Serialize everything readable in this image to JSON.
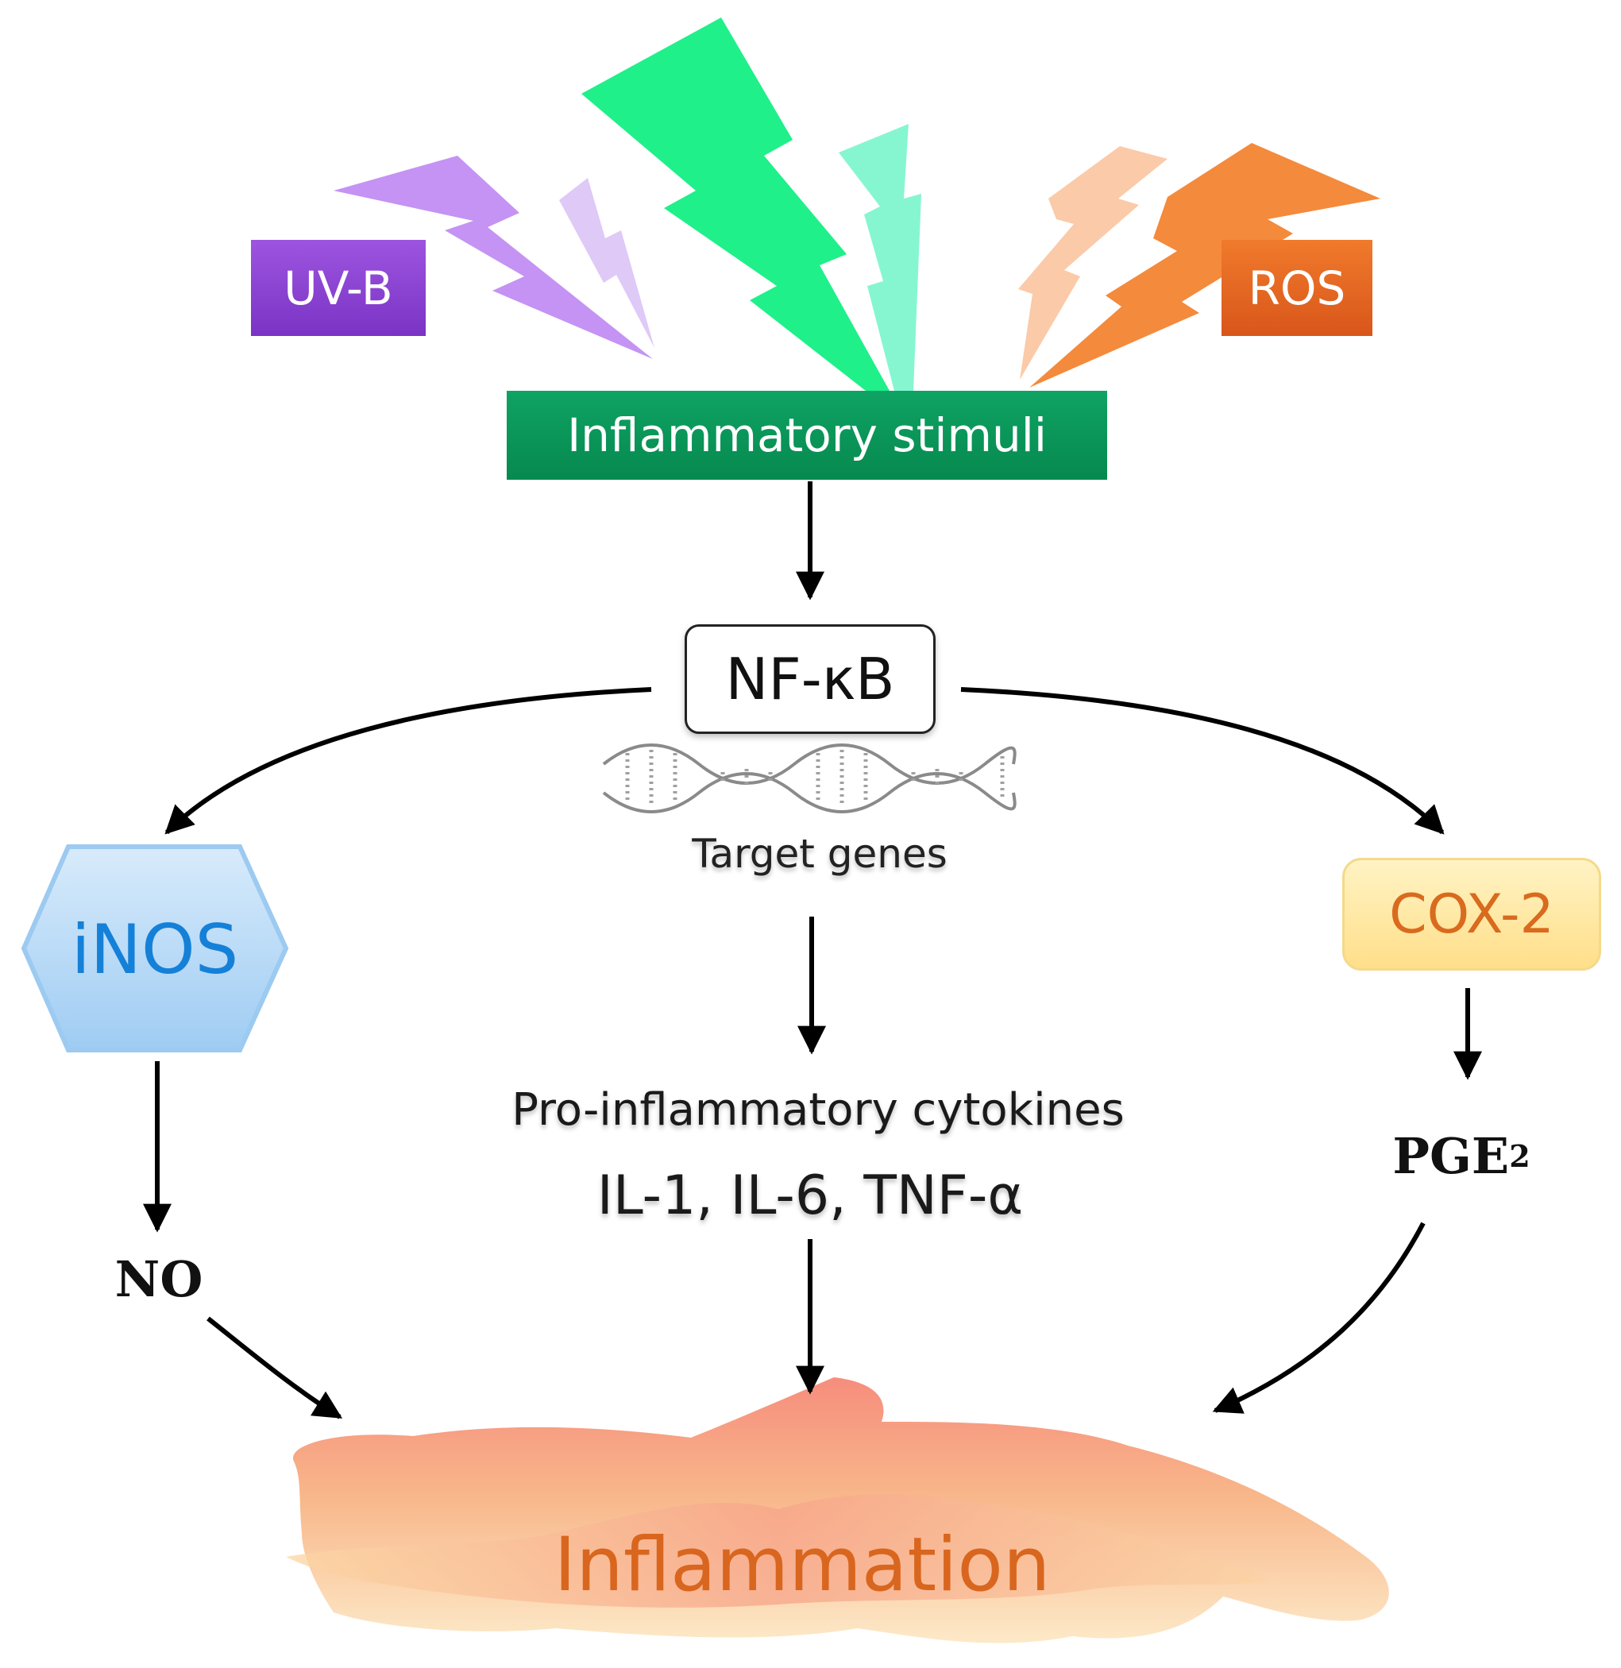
{
  "diagram": {
    "stimuli": {
      "uvb_label": "UV-B",
      "ros_label": "ROS",
      "inflammatory_stimuli_label": "Inflammatory stimuli"
    },
    "nfkb": {
      "label": "NF-κB",
      "target_genes_label": "Target genes"
    },
    "branches": {
      "inos_label": "iNOS",
      "no_label": "NO",
      "cytokines_title": "Pro-inflammatory cytokines",
      "cytokines_list": "IL-1, IL-6, TNF-α",
      "cox2_label": "COX-2",
      "pge2_main": "PGE",
      "pge2_subscript": "2"
    },
    "outcome": {
      "inflammation_label": "Inflammation"
    }
  },
  "colors": {
    "uvb": "#8e44dd",
    "green": "#0b9a58",
    "ros": "#e8681f",
    "inos": "#1580d8",
    "cox2_text": "#d96a1e",
    "inflammation_text": "#d9661e"
  }
}
